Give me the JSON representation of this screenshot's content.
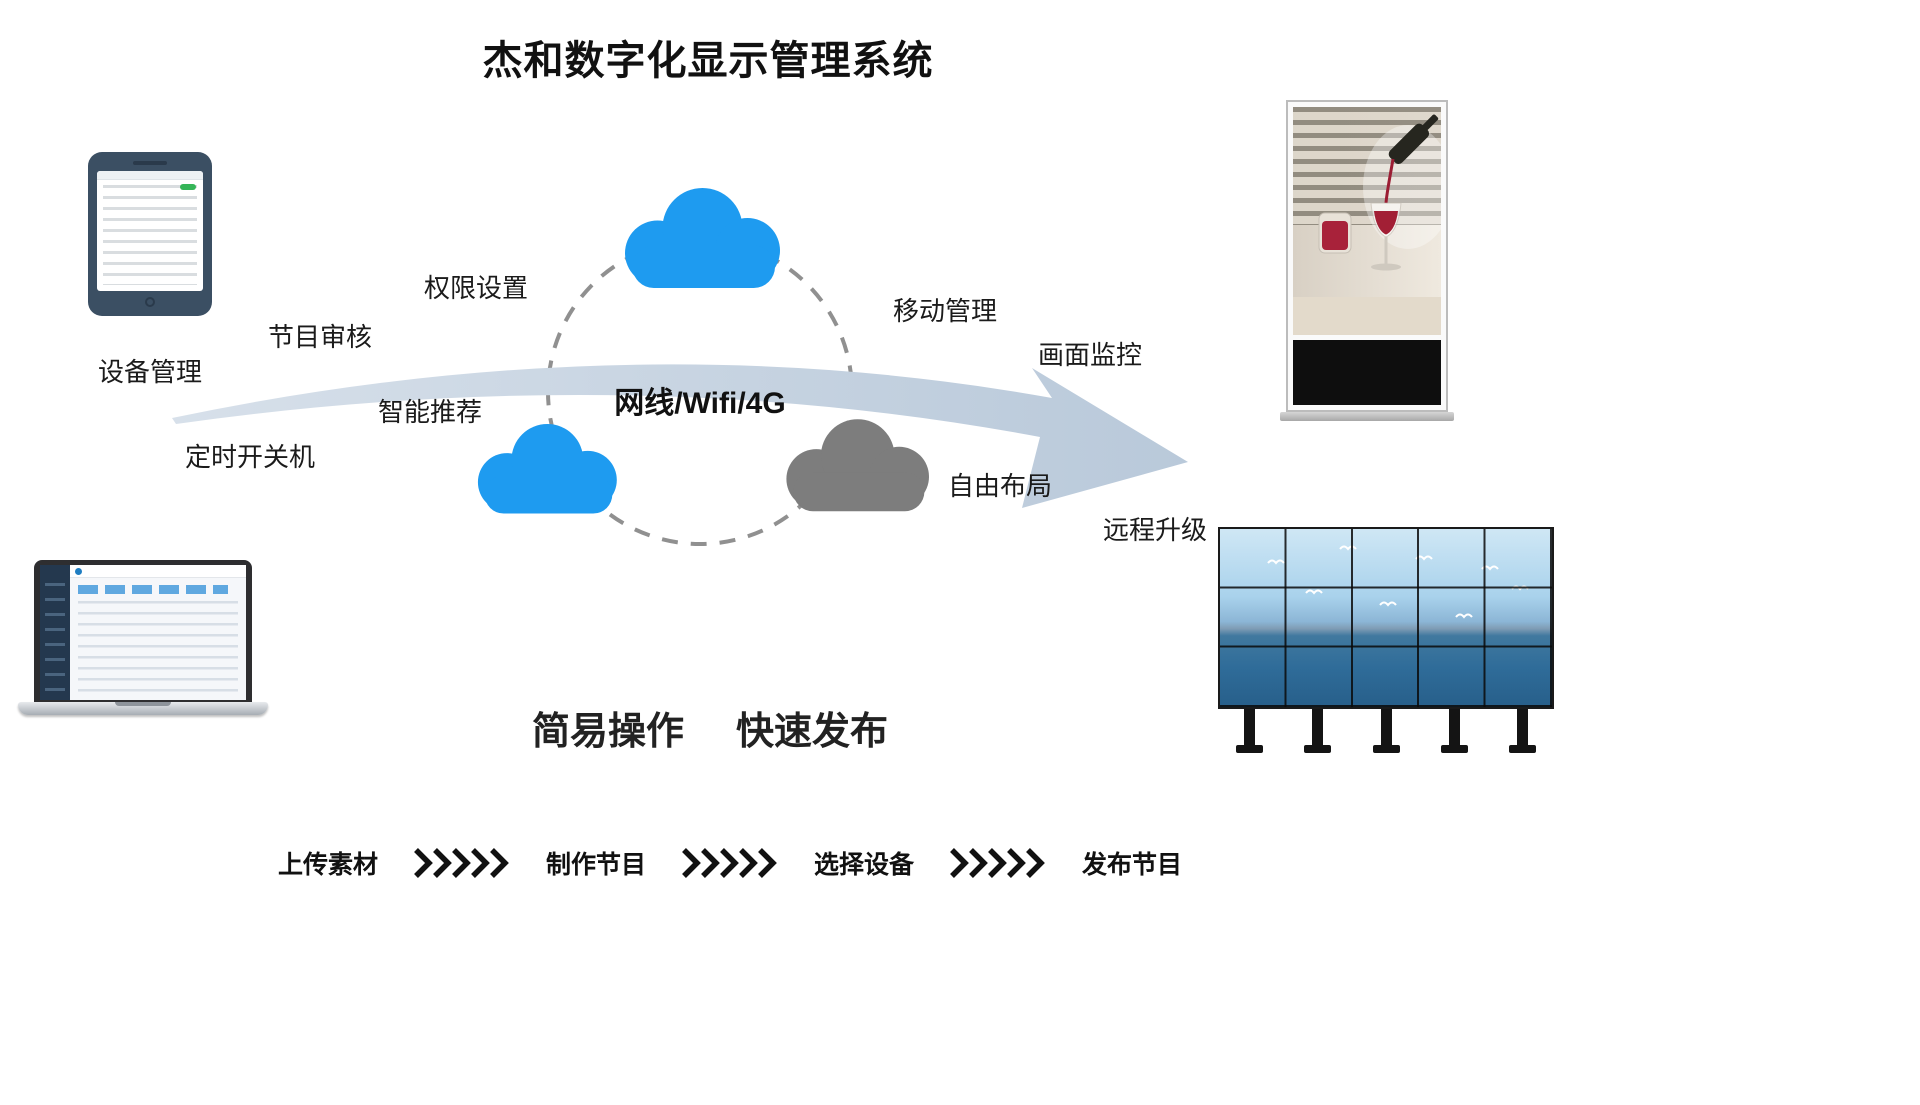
{
  "title": "杰和数字化显示管理系统",
  "network_label": "网线/Wifi/4G",
  "features": {
    "device_management": "设备管理",
    "program_review": "节目审核",
    "permission_settings": "权限设置",
    "smart_recommendation": "智能推荐",
    "scheduled_power": "定时开关机",
    "mobile_management": "移动管理",
    "screen_monitoring": "画面监控",
    "free_layout": "自由布局",
    "remote_upgrade": "远程升级"
  },
  "slogan": {
    "part1": "简易操作",
    "part2": "快速发布"
  },
  "workflow": {
    "steps": [
      "上传素材",
      "制作节目",
      "选择设备",
      "发布节目"
    ]
  },
  "colors": {
    "cloud_blue": "#1e9bf0",
    "cloud_gray": "#7d7d7d",
    "arrow": "#c6d3e2",
    "dashed_circle": "#909090"
  }
}
